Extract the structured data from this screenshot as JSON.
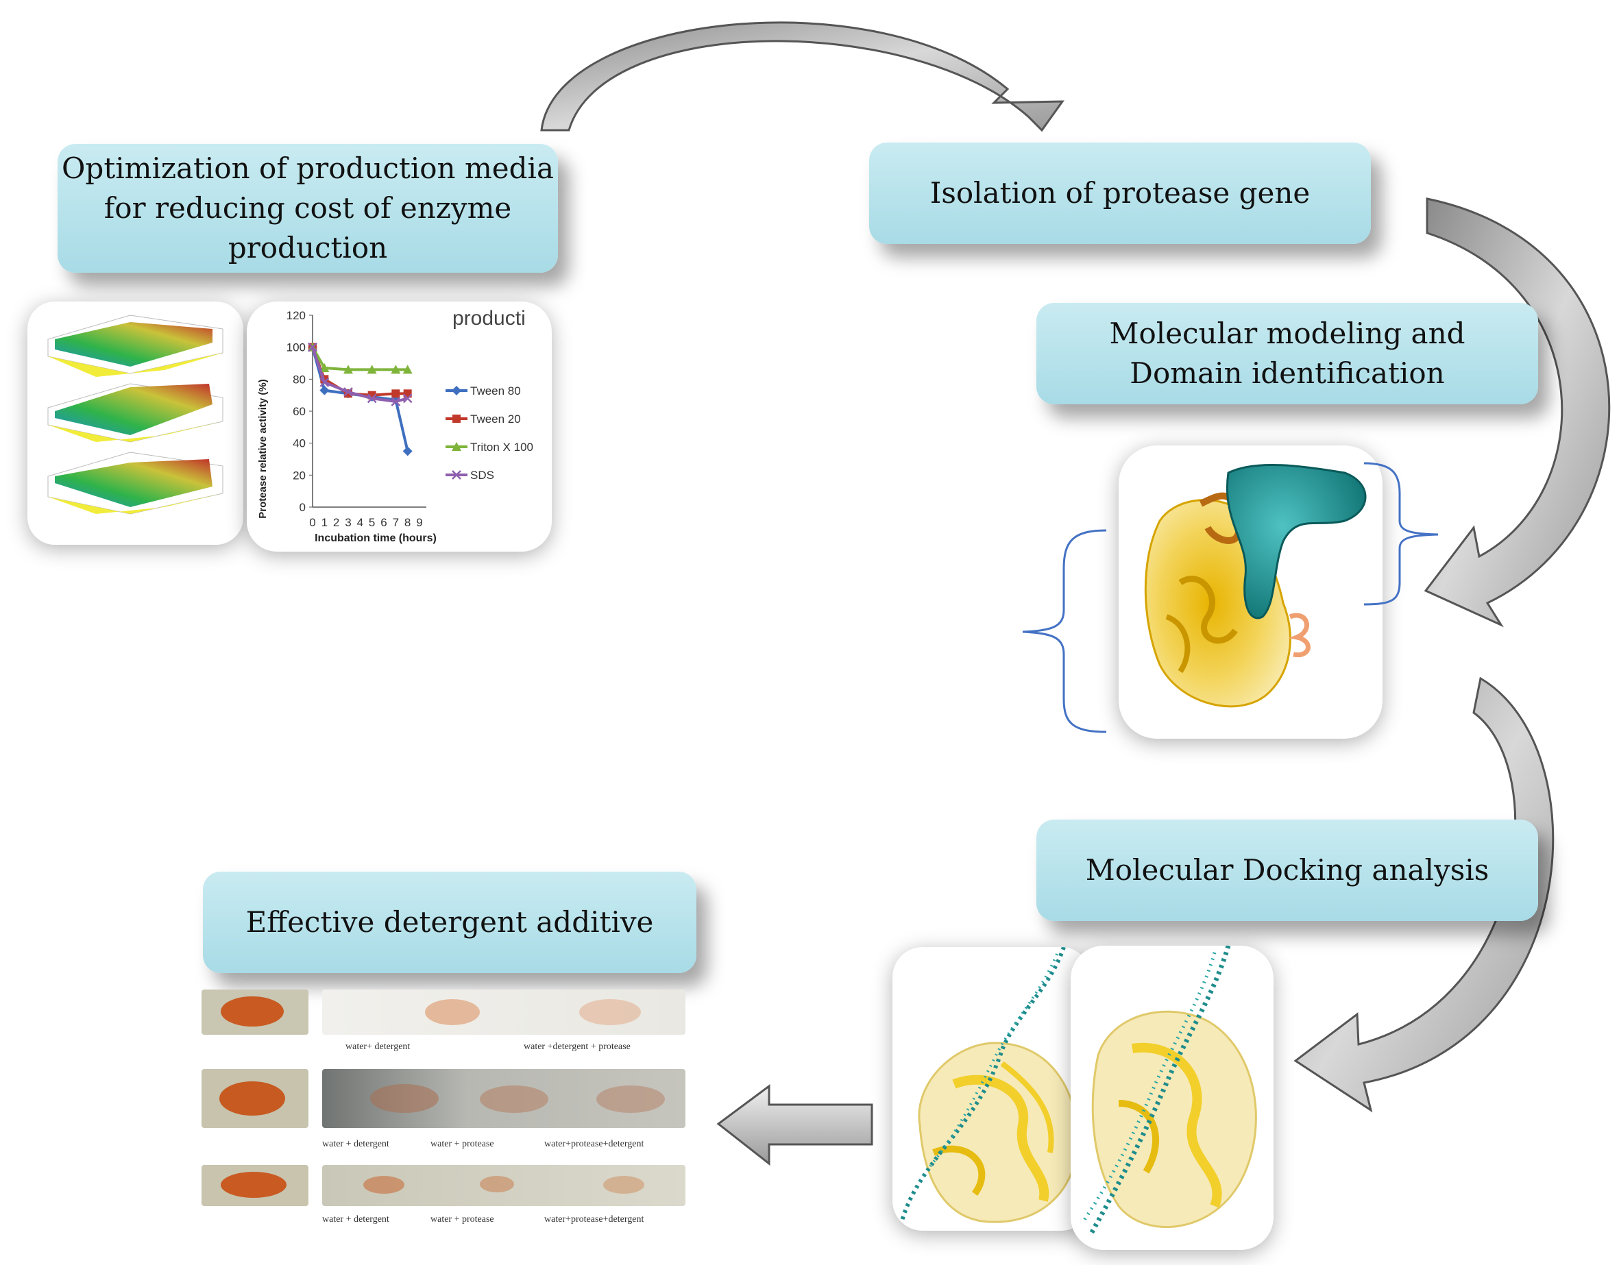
{
  "boxes": {
    "optimization": [
      "Optimization of production media",
      "for  reducing cost of enzyme",
      "production"
    ],
    "isolation": [
      "Isolation of protease gene"
    ],
    "modeling": [
      "Molecular modeling and",
      "Domain identification"
    ],
    "docking": [
      "Molecular Docking analysis"
    ],
    "detergent": [
      "Effective detergent additive"
    ]
  },
  "chart_data": {
    "type": "line",
    "title": "",
    "title_fragment": "producti",
    "xlabel": "Incubation time (hours)",
    "ylabel": "Protease relative activity (%)",
    "ylim": [
      0,
      120
    ],
    "yticks": [
      0,
      20,
      40,
      60,
      80,
      100,
      120
    ],
    "x": [
      0,
      1,
      2,
      3,
      4,
      5,
      6,
      7,
      8,
      9
    ],
    "series": [
      {
        "name": "Tween 80",
        "color": "#3f6fbf",
        "marker": "diamond",
        "points": [
          [
            0,
            100
          ],
          [
            1,
            73
          ],
          [
            3,
            71
          ],
          [
            5,
            69
          ],
          [
            7,
            67
          ],
          [
            8,
            35
          ]
        ]
      },
      {
        "name": "Tween 20",
        "color": "#c0392b",
        "marker": "square",
        "points": [
          [
            0,
            100
          ],
          [
            1,
            80
          ],
          [
            3,
            71
          ],
          [
            5,
            70
          ],
          [
            7,
            71
          ],
          [
            8,
            71
          ]
        ]
      },
      {
        "name": "Triton X 100",
        "color": "#7fb43b",
        "marker": "triangle",
        "points": [
          [
            0,
            100
          ],
          [
            1,
            87
          ],
          [
            3,
            86
          ],
          [
            5,
            86
          ],
          [
            7,
            86
          ],
          [
            8,
            86
          ]
        ]
      },
      {
        "name": "SDS",
        "color": "#8e5fae",
        "marker": "x",
        "points": [
          [
            0,
            100
          ],
          [
            1,
            78
          ],
          [
            3,
            72
          ],
          [
            5,
            68
          ],
          [
            7,
            66
          ],
          [
            8,
            68
          ]
        ]
      }
    ]
  },
  "captions": {
    "row1": [
      "water+ detergent",
      "water +detergent + protease"
    ],
    "row2": [
      "water + detergent",
      "water + protease",
      "water+protease+detergent"
    ],
    "row3": [
      "water + detergent",
      "water + protease",
      "water+protease+detergent"
    ]
  },
  "colors": {
    "box_fill": "#b8e2eb",
    "arrow_gray": "#a6a6a6",
    "protein_yellow": "#f2cf2a",
    "domain_teal": "#1f8c8c"
  }
}
